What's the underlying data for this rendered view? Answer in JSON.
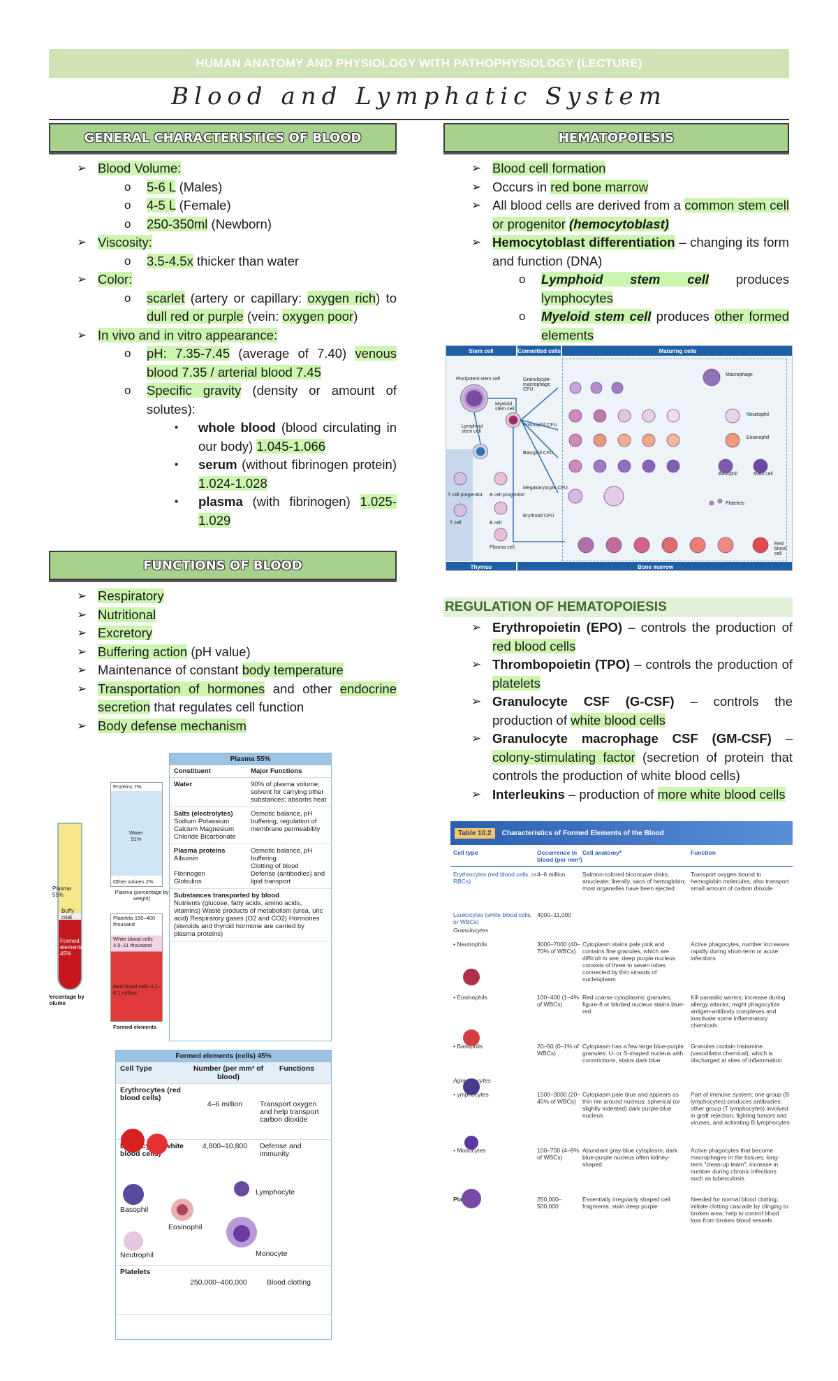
{
  "header": {
    "banner": "HUMAN ANATOMY AND PHYSIOLOGY WITH PATHOPHYSIOLOGY (LECTURE)",
    "title": "Blood and Lymphatic System"
  },
  "general": {
    "heading": "GENERAL CHARACTERISTICS OF BLOOD",
    "volume_label": "Blood Volume:",
    "vol_m": "5-6 L",
    "vol_m_t": " (Males)",
    "vol_f": "4-5 L",
    "vol_f_t": " (Female)",
    "vol_n": "250-350ml",
    "vol_n_t": " (Newborn)",
    "viscosity_label": "Viscosity:",
    "visc": "3.5-4.5x",
    "visc_t": " thicker than water",
    "color_label": "Color:",
    "col_a": "scarlet",
    "col_b": " (artery or capillary: ",
    "col_c": "oxygen rich",
    "col_d": ")",
    "col_e": "to ",
    "col_f": "dull red or purple",
    "col_g": " (vein: ",
    "col_h": "oxygen poor",
    "col_i": ")",
    "vivo_label": "In vivo and in vitro appearance:",
    "ph_a": "pH: 7.35-7.45",
    "ph_b": " (average of 7.40) ",
    "ph_c": "venous blood 7.35 / arterial blood 7.45",
    "sg_a": "Specific gravity",
    "sg_b": " (density or amount of solutes):",
    "wb_a": "whole blood",
    "wb_b": " (blood circulating in our body) ",
    "wb_c": "1.045-1.066",
    "se_a": "serum",
    "se_b": " (without fibrinogen protein) ",
    "se_c": "1.024-1.028",
    "pl_a": "plasma",
    "pl_b": " (with fibrinogen) ",
    "pl_c": "1.025-1.029"
  },
  "functions": {
    "heading": "FUNCTIONS OF BLOOD",
    "f1": "Respiratory",
    "f2": "Nutritional",
    "f3": "Excretory",
    "f4a": "Buffering action",
    "f4b": " (pH value)",
    "f5a": "Maintenance of constant ",
    "f5b": "body temperature",
    "f6a": "Transportation of hormones",
    "f6b": " and other ",
    "f6c": "endocrine secretion",
    "f6d": " that regulates cell function",
    "f7": "Body defense mechanism"
  },
  "hemato": {
    "heading": "HEMATOPOIESIS",
    "h1": "Blood cell formation",
    "h2a": "Occurs in ",
    "h2b": "red bone marrow",
    "h3a": "All blood cells are derived from a ",
    "h3b": "common stem cell or progenitor",
    "h3c": " ",
    "h3d": "(hemocytoblast)",
    "h4a": "Hemocytoblast differentiation",
    "h4b": " – changing its form and function (DNA)",
    "h5a": "Lymphoid stem cell",
    "h5b": " produces ",
    "h5c": "lymphocytes",
    "h6a": "Myeloid stem cell",
    "h6b": " produces ",
    "h6c": "other formed elements"
  },
  "hema_fig": {
    "h_stem": "Stem cell",
    "h_comm": "Committed cells",
    "h_mat": "Maturing cells",
    "pluri": "Pluripotent stem cell",
    "lymphoid": "Lymphoid stem cell",
    "myeloid": "Myeloid stem cell",
    "gm": "Granulocyte-macrophage CFU",
    "eos": "Eosinophil CFU",
    "baso": "Basophil CFU",
    "mega": "Megakaryocyte CFU",
    "ery": "Erythroid CFU",
    "tcellp": "T cell progenitor",
    "bcellp": "B cell progenitor",
    "tcell": "T cell",
    "bcell": "B cell",
    "plasma": "Plasma cell",
    "macro": "Macrophage",
    "neut": "Neutrophil",
    "eosin": "Eosinophil",
    "bas": "Basophil",
    "mast": "Mast cell",
    "plate": "Platelets",
    "rbc": "Red blood cell",
    "thymus": "Thymus",
    "marrow": "Bone marrow"
  },
  "regulation": {
    "heading": "REGULATION OF HEMATOPOIESIS",
    "r1a": "Erythropoietin (EPO)",
    "r1b": " – controls the production of ",
    "r1c": "red blood cells",
    "r2a": "Thrombopoietin (TPO)",
    "r2b": " – controls the production of ",
    "r2c": "platelets",
    "r3a": "Granulocyte CSF (G-CSF)",
    "r3b": " – controls the production of ",
    "r3c": "white blood cells",
    "r4a": "Granulocyte macrophage CSF (GM-CSF)",
    "r4b": " – ",
    "r4c": "colony-stimulating factor",
    "r4d": " (secretion of protein that controls the production of white blood cells)",
    "r5a": "Interleukins",
    "r5b": " – production of ",
    "r5c": "more white blood cells"
  },
  "blood_fig": {
    "plasma_title": "Plasma 55%",
    "col_const": "Constituent",
    "col_func": "Major Functions",
    "water": "Water",
    "water_f": "90% of plasma volume; solvent for carrying other substances; absorbs heat",
    "salts": "Salts (electrolytes)",
    "salts_list": "Sodium Potassium Calcium Magnesium Chloride Bicarbonate",
    "salts_f": "Osmotic balance, pH buffering, regulation of membrane permeability",
    "proteins": "Plasma proteins",
    "alb": "Albumin",
    "alb_f": "Osmotic balance, pH buffering",
    "fib": "Fibrinogen",
    "fib_f": "Clotting of blood",
    "glob": "Globulins",
    "glob_f": "Defense (antibodies) and lipid transport",
    "subst": "Substances transported by blood",
    "subst_t": "Nutrients (glucose, fatty acids, amino acids, vitamins) Waste products of metabolism (urea, uric acid) Respiratory gases (O2 and CO2) Hormones (steroids and thyroid hormone are carried by plasma proteins)",
    "bar_prot": "Proteins 7%",
    "bar_water": "Water 91%",
    "bar_other": "Other solutes 2%",
    "bar_cap": "Plasma (percentage by weight)",
    "tube_plasma": "Plasma 55%",
    "tube_buffy": "Buffy coat",
    "tube_formed": "Formed elements 45%",
    "tube_cap": "Percentage by volume",
    "b_plate": "Platelets 150–400 thousand",
    "b_wbc": "White blood cells 4.5–11 thousand",
    "b_rbc": "Red blood cells 4.2–6.1 million",
    "b_cap": "Formed elements",
    "formed_title": "Formed elements (cells) 45%",
    "fc1": "Cell Type",
    "fc2": "Number (per mm³ of blood)",
    "fc3": "Functions",
    "ery": "Erythrocytes (red blood cells)",
    "ery_n": "4–6 million",
    "ery_f": "Transport oxygen and help transport carbon dioxide",
    "leu": "Leukocytes (white blood cells)",
    "leu_n": "4,800–10,800",
    "leu_f": "Defense and immunity",
    "basophil": "Basophil",
    "eosinophil": "Eosinophil",
    "lymphocyte": "Lymphocyte",
    "neutrophil": "Neutrophil",
    "monocyte": "Monocyte",
    "plt": "Platelets",
    "plt_n": "250,000–400,000",
    "plt_f": "Blood clotting"
  },
  "t102": {
    "tag": "Table 10.2",
    "title": "Characteristics of Formed Elements of the Blood",
    "h1": "Cell type",
    "h2": "Occurrence in blood (per mm³)",
    "h3": "Cell anatomy*",
    "h4": "Function",
    "r1a": "Erythrocytes (red blood cells, or RBCs)",
    "r1b": "4–6 million",
    "r1c": "Salmon-colored biconcave disks; anucleate; literally, sacs of hemoglobin; most organelles have been ejected",
    "r1d": "Transport oxygen bound to hemoglobin molecules; also transport small amount of carbon dioxide",
    "r2a": "Leukocytes (white blood cells, or WBCs)",
    "r2b": "4000–11,000",
    "gran": "Granulocytes",
    "r3a": "• Neutrophils",
    "r3b": "3000–7000 (40–70% of WBCs)",
    "r3c": "Cytoplasm stains pale pink and contains fine granules, which are difficult to see; deep purple nucleus consists of three to seven lobes connected by thin strands of nucleoplasm",
    "r3d": "Active phagocytes; number increases rapidly during short-term or acute infections",
    "r4a": "• Eosinophils",
    "r4b": "100–400 (1–4% of WBCs)",
    "r4c": "Red coarse cytoplasmic granules; figure-8 or bilobed nucleus stains blue-red",
    "r4d": "Kill parasitic worms; increase during allergy attacks; might phagocytize antigen-antibody complexes and inactivate some inflammatory chemicals",
    "r5a": "• Basophils",
    "r5b": "20–50 (0–1% of WBCs)",
    "r5c": "Cytoplasm has a few large blue-purple granules; U- or S-shaped nucleus with constrictions, stains dark blue",
    "r5d": "Granules contain histamine (vasodilator chemical), which is discharged at sites of inflammation",
    "agran": "Agranulocytes",
    "r6a": "• ymphocytes",
    "r6b": "1500–3000 (20–45% of WBCs)",
    "r6c": "Cytoplasm pale blue and appears as thin rim around nucleus; spherical (or slightly indented) dark purple-blue nucleus",
    "r6d": "Part of immune system; one group (B lymphocytes) produces antibodies; other group (T lymphocytes) involved in graft rejection, fighting tumors and viruses, and activating B lymphocytes",
    "r7a": "• Monocytes",
    "r7b": "100–700 (4–8% of WBCs)",
    "r7c": "Abundant gray-blue cytoplasm; dark blue-purple nucleus often kidney-shaped",
    "r7d": "Active phagocytes that become macrophages in the tissues; long-term \"clean-up team\"; increase in number during chronic infections such as tuberculosis",
    "r8a": "Platelets",
    "r8b": "250,000–500,000",
    "r8c": "Essentially irregularly shaped cell fragments; stain deep purple",
    "r8d": "Needed for normal blood clotting; initiate clotting cascade by clinging to broken area; help to control blood loss from broken blood vessels"
  },
  "colors": {
    "banner": "#cfe3b5",
    "section": "#a9d18e",
    "highlight": "#ccf5b0",
    "blue": "#1f5fa6"
  }
}
